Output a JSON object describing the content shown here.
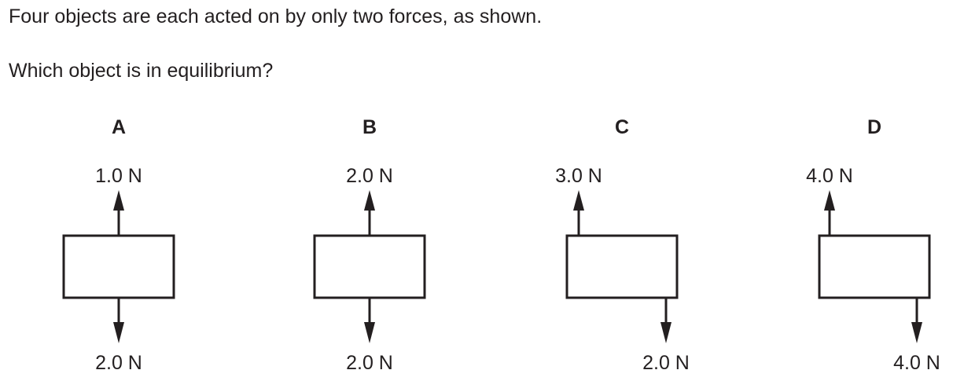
{
  "question": {
    "line1": "Four objects are each acted on by only two forces, as shown.",
    "line2": "Which object is in equilibrium?"
  },
  "options": [
    {
      "label": "A",
      "top_force": "1.0 N",
      "bottom_force": "2.0 N"
    },
    {
      "label": "B",
      "top_force": "2.0 N",
      "bottom_force": "2.0 N"
    },
    {
      "label": "C",
      "top_force": "3.0 N",
      "bottom_force": "2.0 N"
    },
    {
      "label": "D",
      "top_force": "4.0 N",
      "bottom_force": "4.0 N"
    }
  ]
}
